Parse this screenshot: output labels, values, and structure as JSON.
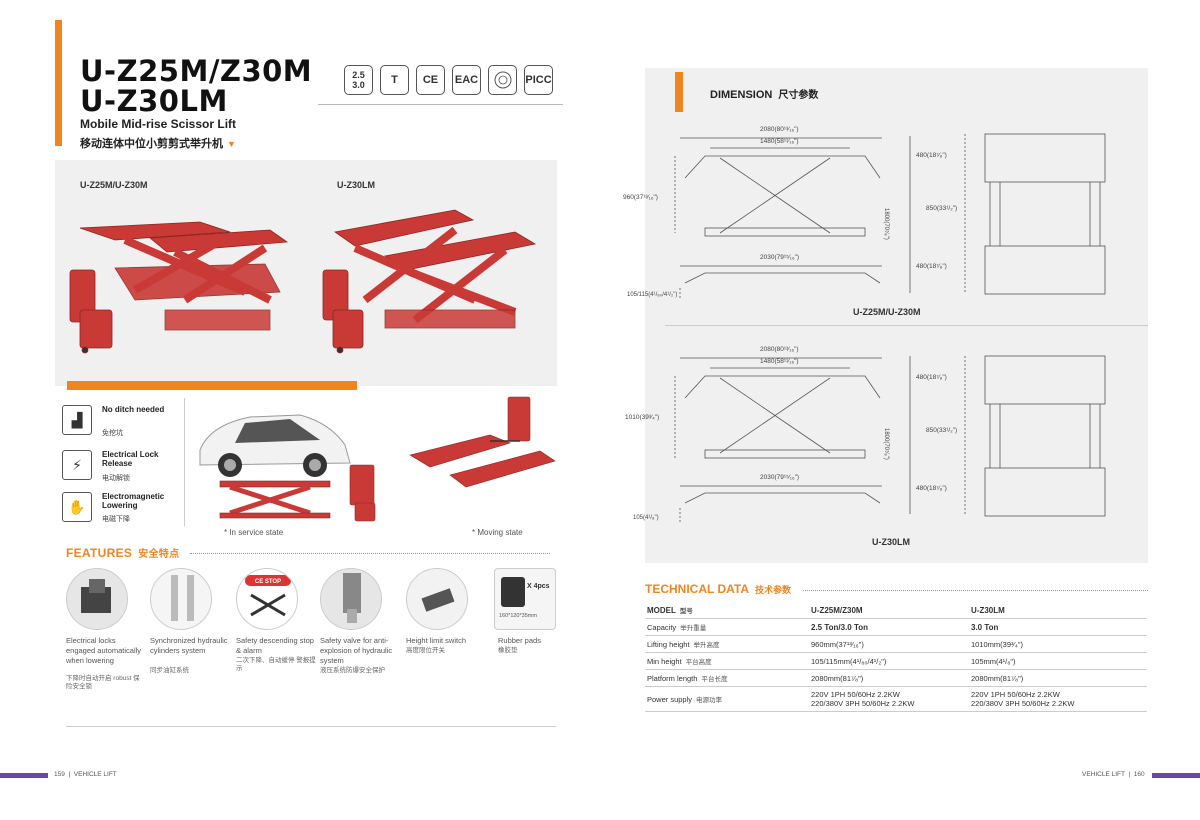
{
  "left": {
    "title_line1": "U-Z25M/Z30M",
    "title_line2": "U-Z30LM",
    "subtitle_en": "Mobile Mid-rise Scissor Lift",
    "subtitle_cn": "移动连体中位小剪剪式举升机",
    "certs": [
      "2.5",
      "3.0",
      "T",
      "CE",
      "EAC",
      "PICC"
    ],
    "panel_label_left": "U-Z25M/U-Z30M",
    "panel_label_right": "U-Z30LM",
    "side_features": [
      {
        "en": "No ditch needed",
        "cn": "免挖坑"
      },
      {
        "en": "Electrical Lock Release",
        "cn": "电动解锁"
      },
      {
        "en": "Electromagnetic Lowering",
        "cn": "电磁下降"
      }
    ],
    "caption_service": "* In service state",
    "caption_moving": "* Moving state",
    "features_heading": "FEATURES",
    "features_heading_cn": "安全特点",
    "features": [
      {
        "en": "Electrical locks engaged automatically when lowering",
        "cn": "下降时自动开启 robust 保险安全锁"
      },
      {
        "en": "Synchronized hydraulic cylinders system",
        "cn": "同步油缸系统"
      },
      {
        "en": "Safety descending stop & alarm",
        "cn": "二次下降、自动缓停 警报提示"
      },
      {
        "en": "Safety valve for anti-explosion of hydraulic system",
        "cn": "液压系统防爆安全保护"
      },
      {
        "en": "Height limit switch",
        "cn": "高度限位开关"
      },
      {
        "en": "Rubber pads",
        "cn": "橡胶垫"
      }
    ],
    "ce_stop": "CE STOP",
    "pads_count": "X 4pcs",
    "pads_size": "160*120*35mm",
    "footer_page": "159",
    "footer_text": "VEHICLE LIFT"
  },
  "right": {
    "dimension_heading": "DIMENSION",
    "dimension_heading_cn": "尺寸参数",
    "d1": {
      "top_width": "2080(80¹³⁄₁₆\")",
      "inner_width": "1480(58¹¹⁄₁₆\")",
      "height": "960(37¹³⁄₁₆\")",
      "base": "2030(79¹⁵⁄₁₆\")",
      "min": "105/115(4¹/₈₀/4¹/₂\")",
      "overall": "1800(70⁷⁄₈\")",
      "pad1": "480(18⁷⁄₈\")",
      "gap": "850(33¹/₂\")",
      "pad2": "480(18⁷⁄₈\")",
      "model": "U-Z25M/U-Z30M"
    },
    "d2": {
      "top_width": "2080(80¹³⁄₁₆\")",
      "inner_width": "1480(58¹¹⁄₁₆\")",
      "height": "1010(39³⁄₄\")",
      "base": "2030(79¹⁵⁄₁₆\")",
      "min": "105(4¹/₈\")",
      "overall": "1800(70⁷⁄₈\")",
      "pad1": "480(18⁷⁄₈\")",
      "gap": "850(33¹/₂\")",
      "pad2": "480(18⁷⁄₈\")",
      "model": "U-Z30LM"
    },
    "tech_heading": "TECHNICAL DATA",
    "tech_heading_cn": "技术参数",
    "table": {
      "head": {
        "label": "MODEL",
        "label_cn": "型号",
        "c1": "U-Z25M/Z30M",
        "c2": "U-Z30LM"
      },
      "rows": [
        {
          "label": "Capacity",
          "label_cn": "举升重量",
          "c1": "2.5 Ton/3.0 Ton",
          "c2": "3.0 Ton",
          "bold": true
        },
        {
          "label": "Lifting height",
          "label_cn": "举升高度",
          "c1": "960mm(37¹³⁄₁₆\")",
          "c2": "1010mm(39³⁄₄\")"
        },
        {
          "label": "Min height",
          "label_cn": "平台高度",
          "c1": "105/115mm(4¹/₈₀/4¹/₂\")",
          "c2": "105mm(4¹/₈\")"
        },
        {
          "label": "Platform length",
          "label_cn": "平台长度",
          "c1": "2080mm(81⁷⁄₈\")",
          "c2": "2080mm(81⁷⁄₈\")"
        },
        {
          "label": "Power supply",
          "label_cn": "电源功率",
          "c1": "220V 1PH 50/60Hz 2.2KW",
          "c1b": "220/380V 3PH 50/60Hz 2.2KW",
          "c2": "220V 1PH 50/60Hz 2.2KW",
          "c2b": "220/380V 3PH 50/60Hz 2.2KW"
        }
      ]
    },
    "footer_text": "VEHICLE LIFT",
    "footer_page": "160"
  },
  "colors": {
    "accent": "#f0851f",
    "lift_red": "#c93a36",
    "footer": "#6b4aa0"
  }
}
